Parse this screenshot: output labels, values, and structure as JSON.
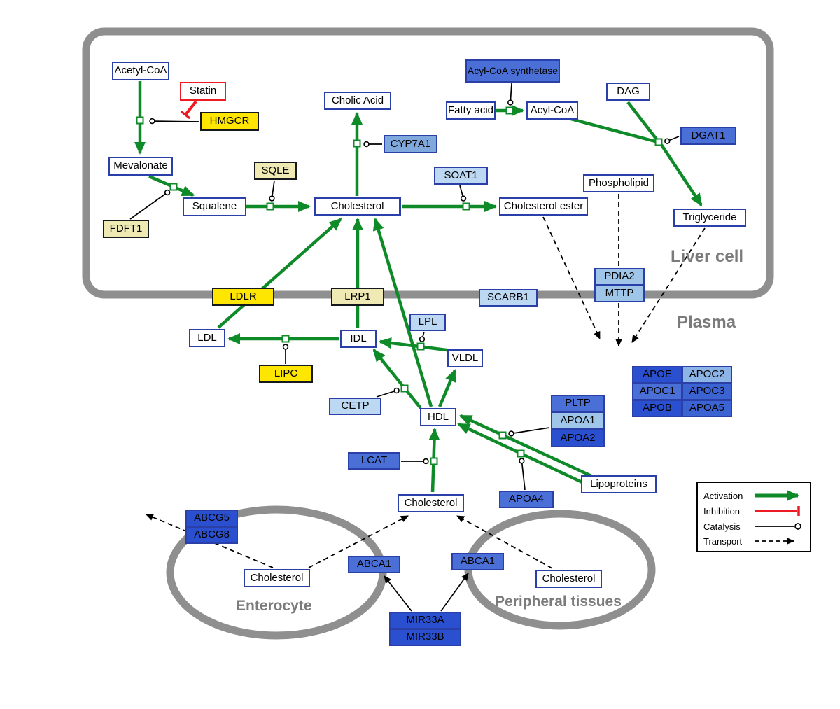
{
  "compartments": {
    "liver": "Liver cell",
    "plasma": "Plasma",
    "enterocyte": "Enterocyte",
    "peripheral": "Peripheral tissues"
  },
  "nodes": {
    "acetyl_coa": "Acetyl-CoA",
    "statin": "Statin",
    "hmgcr": "HMGCR",
    "mevalonate": "Mevalonate",
    "fdft1": "FDFT1",
    "squalene": "Squalene",
    "sqle": "SQLE",
    "cholesterol_liver": "Cholesterol",
    "cholic_acid": "Cholic Acid",
    "cyp7a1": "CYP7A1",
    "acyl_coa_synthetase": "Acyl-CoA synthetase",
    "fatty_acid": "Fatty acid",
    "acyl_coa": "Acyl-CoA",
    "dag": "DAG",
    "dgat1": "DGAT1",
    "soat1": "SOAT1",
    "cholesterol_ester": "Cholesterol ester",
    "phospholipid": "Phospholipid",
    "triglyceride": "Triglyceride",
    "pdia2": "PDIA2",
    "mttp": "MTTP",
    "ldlr": "LDLR",
    "lrp1": "LRP1",
    "scarb1": "SCARB1",
    "ldl": "LDL",
    "idl": "IDL",
    "lpl": "LPL",
    "vldl": "VLDL",
    "lipc": "LIPC",
    "cetp": "CETP",
    "hdl": "HDL",
    "pltp": "PLTP",
    "apoa1": "APOA1",
    "apoa2": "APOA2",
    "apoe": "APOE",
    "apoc2": "APOC2",
    "apoc1": "APOC1",
    "apoc3": "APOC3",
    "apob": "APOB",
    "apoa5": "APOA5",
    "lcat": "LCAT",
    "apoa4": "APOA4",
    "lipoproteins": "Lipoproteins",
    "cholesterol_plasma": "Cholesterol",
    "abcg5": "ABCG5",
    "abcg8": "ABCG8",
    "cholesterol_enterocyte": "Cholesterol",
    "abca1_left": "ABCA1",
    "abca1_right": "ABCA1",
    "cholesterol_peripheral": "Cholesterol",
    "mir33a": "MIR33A",
    "mir33b": "MIR33B"
  },
  "legend": {
    "activation": "Activation",
    "inhibition": "Inhibition",
    "catalysis": "Catalysis",
    "transport": "Transport"
  },
  "colors": {
    "activation_green": "#0f8a28",
    "inhibition_red": "#ed1c24",
    "node_border_blue": "#2b3fa8",
    "gene_yellow": "#ffe600",
    "gene_khaki": "#efe9b4",
    "gene_blue_bright": "#2a50cf",
    "gene_blue_medium": "#4a70d8",
    "gene_blue_light": "#9fc5e8",
    "compartment_gray": "#8f8f8f"
  },
  "interactions": [
    {
      "type": "activation",
      "from": "Acetyl-CoA",
      "to": "Mevalonate"
    },
    {
      "type": "activation",
      "from": "Mevalonate",
      "to": "Squalene"
    },
    {
      "type": "activation",
      "from": "Squalene",
      "to": "Cholesterol"
    },
    {
      "type": "activation",
      "from": "Cholesterol",
      "to": "Cholic Acid"
    },
    {
      "type": "activation",
      "from": "Cholesterol",
      "to": "Cholesterol ester"
    },
    {
      "type": "activation",
      "from": "Fatty acid",
      "to": "Acyl-CoA"
    },
    {
      "type": "activation",
      "from": "Acyl-CoA",
      "to": "Triglyceride"
    },
    {
      "type": "activation",
      "from": "DAG",
      "to": "Triglyceride"
    },
    {
      "type": "activation",
      "from": "IDL",
      "to": "LDL"
    },
    {
      "type": "activation",
      "from": "VLDL",
      "to": "IDL"
    },
    {
      "type": "activation",
      "from": "LDL",
      "to": "Cholesterol",
      "via": "LDLR"
    },
    {
      "type": "activation",
      "from": "IDL",
      "to": "Cholesterol",
      "via": "LRP1"
    },
    {
      "type": "activation",
      "from": "HDL",
      "to": "Cholesterol"
    },
    {
      "type": "activation",
      "from": "HDL",
      "to": "IDL"
    },
    {
      "type": "activation",
      "from": "HDL",
      "to": "VLDL"
    },
    {
      "type": "activation",
      "from": "Cholesterol (plasma)",
      "to": "HDL"
    },
    {
      "type": "activation",
      "from": "Lipoproteins",
      "to": "HDL"
    },
    {
      "type": "catalysis",
      "enzyme": "HMGCR",
      "reaction": "Acetyl-CoA → Mevalonate"
    },
    {
      "type": "inhibition",
      "from": "Statin",
      "to": "HMGCR"
    },
    {
      "type": "catalysis",
      "enzyme": "FDFT1",
      "reaction": "Mevalonate → Squalene"
    },
    {
      "type": "catalysis",
      "enzyme": "SQLE",
      "reaction": "Squalene → Cholesterol"
    },
    {
      "type": "catalysis",
      "enzyme": "CYP7A1",
      "reaction": "Cholesterol → Cholic Acid"
    },
    {
      "type": "catalysis",
      "enzyme": "SOAT1",
      "reaction": "Cholesterol → Cholesterol ester"
    },
    {
      "type": "catalysis",
      "enzyme": "Acyl-CoA synthetase",
      "reaction": "Fatty acid → Acyl-CoA"
    },
    {
      "type": "catalysis",
      "enzyme": "DGAT1",
      "reaction": "Acyl-CoA + DAG → Triglyceride"
    },
    {
      "type": "catalysis",
      "enzyme": "LIPC",
      "reaction": "IDL → LDL"
    },
    {
      "type": "catalysis",
      "enzyme": "LPL",
      "reaction": "VLDL → IDL"
    },
    {
      "type": "catalysis",
      "enzyme": "CETP",
      "reaction": "HDL → IDL"
    },
    {
      "type": "catalysis",
      "enzyme": "LCAT",
      "reaction": "Cholesterol → HDL"
    },
    {
      "type": "catalysis",
      "enzyme": "APOA1/APOA2",
      "reaction": "Lipoproteins → HDL"
    },
    {
      "type": "catalysis",
      "enzyme": "APOA4",
      "reaction": "Lipoproteins → HDL"
    },
    {
      "type": "arrow",
      "from": "MIR33A/MIR33B",
      "to": "ABCA1 (enterocyte)"
    },
    {
      "type": "arrow",
      "from": "MIR33A/MIR33B",
      "to": "ABCA1 (peripheral)"
    },
    {
      "type": "transport",
      "from": "Cholesterol ester",
      "to": "Plasma"
    },
    {
      "type": "transport",
      "from": "Phospholipid",
      "to": "Plasma",
      "via": "PDIA2/MTTP"
    },
    {
      "type": "transport",
      "from": "Triglyceride",
      "to": "Plasma"
    },
    {
      "type": "transport",
      "from": "Cholesterol (enterocyte)",
      "to": "outside enterocyte",
      "via": "ABCG5/ABCG8"
    },
    {
      "type": "transport",
      "from": "Cholesterol (enterocyte)",
      "to": "Cholesterol (plasma)",
      "via": "ABCA1"
    },
    {
      "type": "transport",
      "from": "Cholesterol (peripheral tissues)",
      "to": "Cholesterol (plasma)",
      "via": "ABCA1"
    }
  ]
}
